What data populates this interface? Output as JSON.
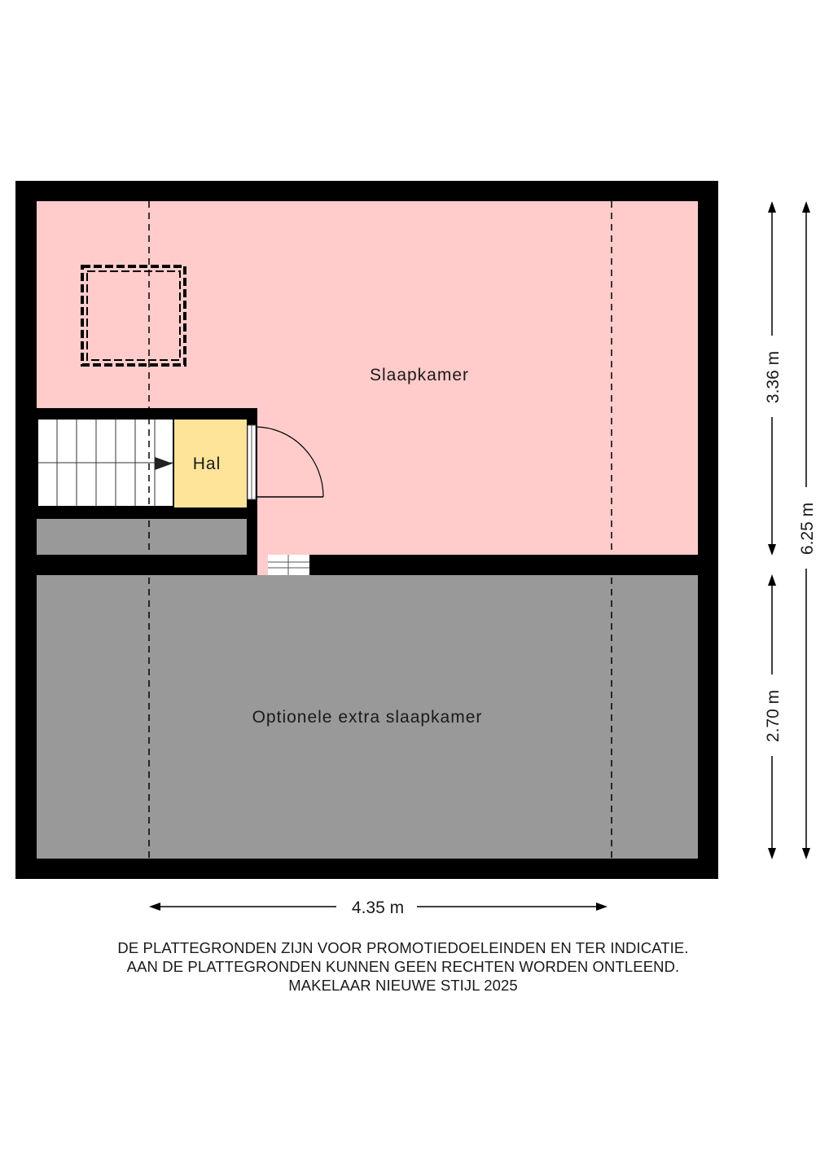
{
  "rooms": {
    "bedroom": {
      "label": "Slaapkamer",
      "color": "#ffcccb"
    },
    "hall": {
      "label": "Hal",
      "color": "#fde499"
    },
    "optional_bedroom": {
      "label": "Optionele extra slaapkamer",
      "color": "#999999"
    },
    "storage": {
      "color": "#999999"
    }
  },
  "wall_color": "#000000",
  "dimensions": {
    "width": "4.35 m",
    "bedroom_depth": "3.36 m",
    "optional_depth": "2.70 m",
    "total_depth": "6.25 m"
  },
  "disclaimer": {
    "line1": "DE PLATTEGRONDEN ZIJN VOOR PROMOTIEDOELEINDEN EN TER INDICATIE.",
    "line2": "AAN DE PLATTEGRONDEN KUNNEN GEEN RECHTEN WORDEN ONTLEEND.",
    "line3": "MAKELAAR NIEUWE STIJL 2025"
  }
}
